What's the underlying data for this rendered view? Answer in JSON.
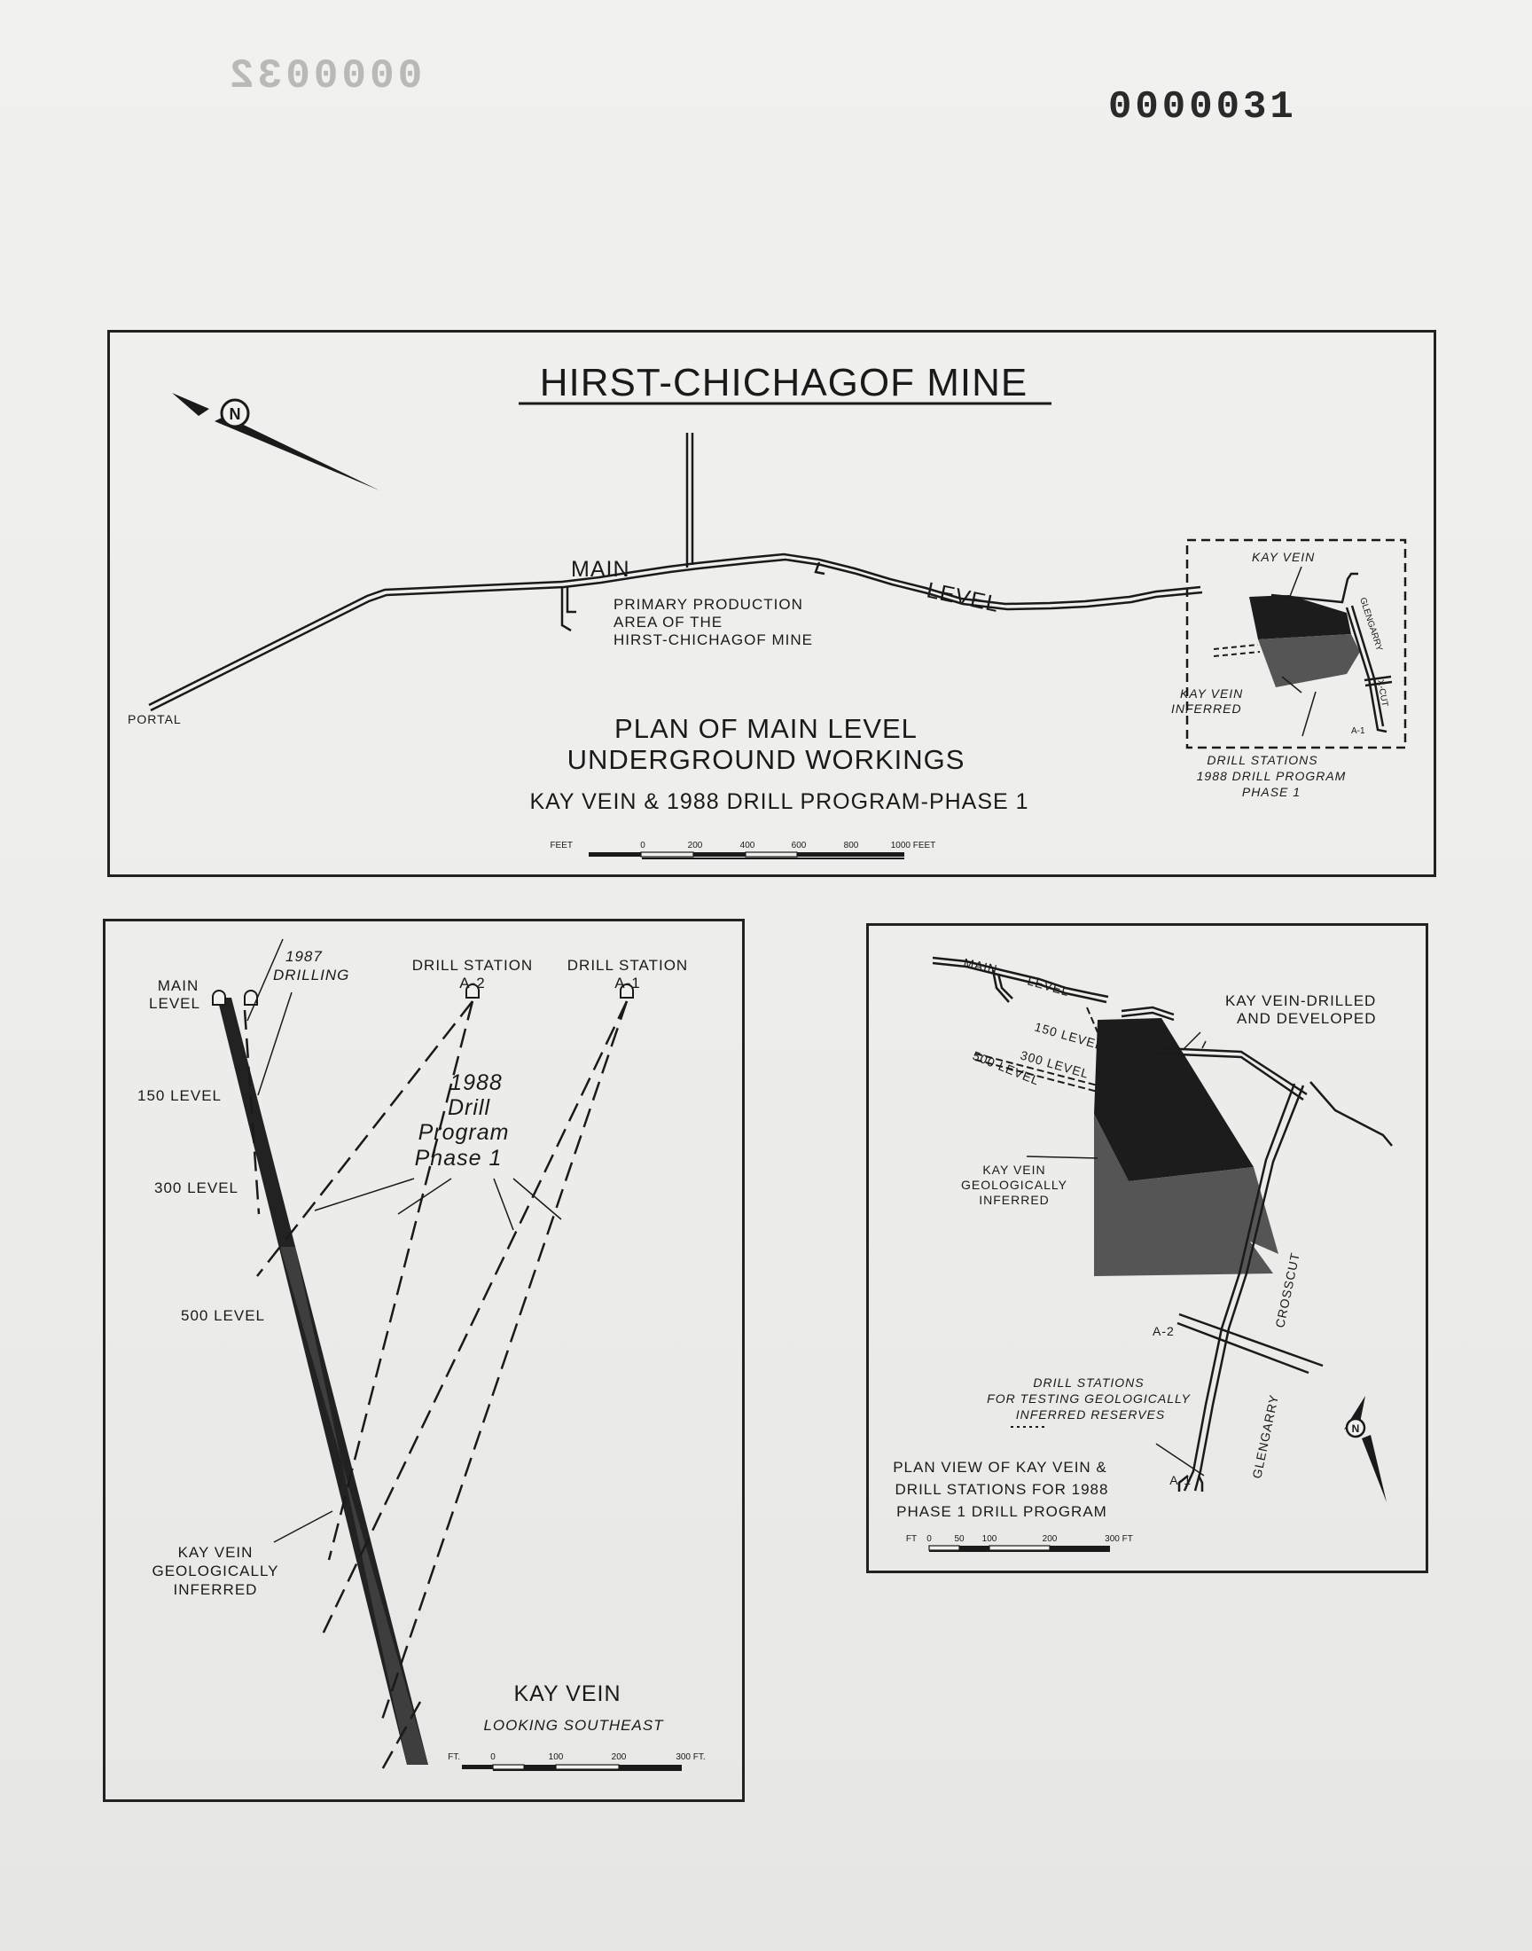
{
  "stamps": {
    "page_number": "0000031",
    "mirrored_number": "0000032"
  },
  "top_map": {
    "title": "HIRST-CHICHAGOF MINE",
    "labels": {
      "main_word": "MAIN",
      "level_word": "LEVEL",
      "production_area": [
        "PRIMARY PRODUCTION",
        "AREA OF THE",
        "HIRST-CHICHAGOF MINE"
      ],
      "portal": "PORTAL",
      "kay_vein": "KAY VEIN",
      "kay_vein_inferred": [
        "KAY VEIN",
        "INFERRED"
      ],
      "drill_stations": [
        "DRILL STATIONS",
        "1988 DRILL PROGRAM",
        "PHASE 1"
      ],
      "glengarry": "GLENGARRY",
      "x_cut": "X-CUT",
      "a1": "A-1"
    },
    "caption": [
      "PLAN OF MAIN LEVEL",
      "UNDERGROUND WORKINGS",
      "KAY VEIN & 1988 DRILL PROGRAM-PHASE 1"
    ],
    "scale": {
      "unit_left": "FEET",
      "ticks": [
        "0",
        "200",
        "400",
        "600",
        "800"
      ],
      "end": "1000 FEET"
    },
    "north": "N"
  },
  "section_view": {
    "labels": {
      "main_level": [
        "MAIN",
        "LEVEL"
      ],
      "drilling_1987": [
        "1987",
        "DRILLING"
      ],
      "drill_station_a2": [
        "DRILL STATION",
        "A-2"
      ],
      "drill_station_a1": [
        "DRILL STATION",
        "A-1"
      ],
      "level_150": "150 LEVEL",
      "level_300": "300 LEVEL",
      "level_500": "500 LEVEL",
      "drill_program": [
        "1988",
        "Drill",
        "Program",
        "Phase 1"
      ],
      "kay_vein_inferred": [
        "KAY VEIN",
        "GEOLOGICALLY",
        "INFERRED"
      ]
    },
    "caption": [
      "KAY VEIN",
      "LOOKING SOUTHEAST"
    ],
    "scale": {
      "unit_left": "FT.",
      "ticks": [
        "0",
        "100",
        "200"
      ],
      "end": "300 FT."
    }
  },
  "plan_view": {
    "labels": {
      "main_level": [
        "MAIN",
        "LEVEL"
      ],
      "level_150": "150 LEVEL",
      "level_300": "300 LEVEL",
      "level_500": "500 LEVEL",
      "drilled_developed": [
        "KAY VEIN-DRILLED",
        "AND DEVELOPED"
      ],
      "inferred": [
        "KAY VEIN",
        "GEOLOGICALLY",
        "INFERRED"
      ],
      "crosscut": "CROSSCUT",
      "glengarry": "GLENGARRY",
      "a2": "A-2",
      "a1": "A-1",
      "drill_stations": [
        "DRILL STATIONS",
        "FOR TESTING GEOLOGICALLY",
        "INFERRED RESERVES"
      ]
    },
    "caption": [
      "PLAN VIEW OF KAY VEIN &",
      "DRILL STATIONS FOR 1988",
      "PHASE 1 DRILL PROGRAM"
    ],
    "scale": {
      "unit_left": "FT",
      "ticks": [
        "0",
        "50",
        "100",
        "200"
      ],
      "end": "300 FT"
    },
    "north": "N"
  }
}
